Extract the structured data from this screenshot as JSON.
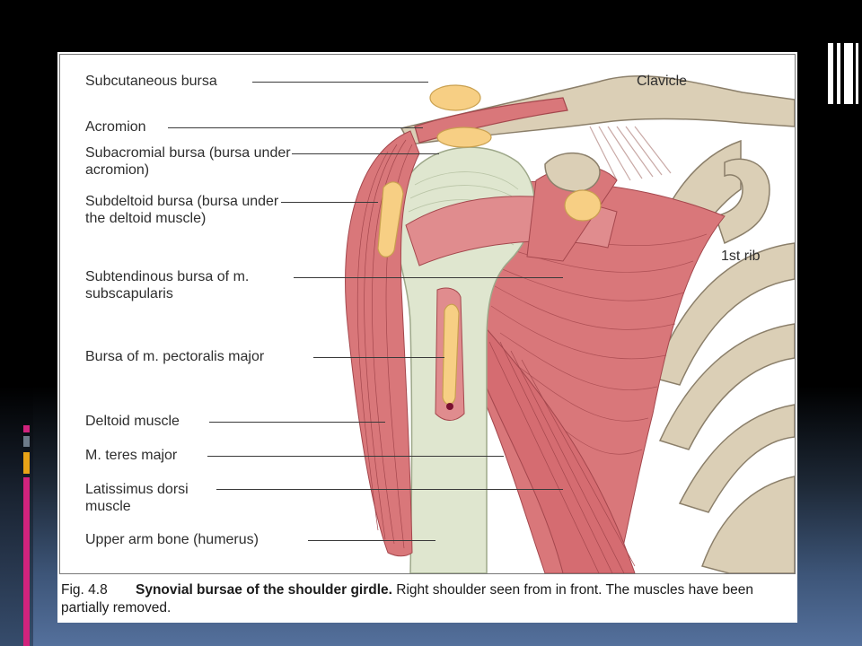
{
  "figure": {
    "labels": {
      "subcutaneous_bursa": "Subcutaneous bursa",
      "clavicle": "Clavicle",
      "acromion": "Acromion",
      "subacromial_bursa": "Subacromial bursa (bursa under acromion)",
      "subdeltoid_bursa": "Subdeltoid bursa (bursa under the deltoid muscle)",
      "first_rib": "1st rib",
      "subtendinous_bursa": "Subtendinous bursa of m. subscapularis",
      "bursa_pectoralis": "Bursa of m. pectoralis major",
      "deltoid_muscle": "Deltoid muscle",
      "teres_major": "M. teres major",
      "latissimus_dorsi": "Latissimus dorsi muscle",
      "humerus": "Upper arm bone (humerus)"
    },
    "caption": {
      "number": "Fig. 4.8",
      "title": "Synovial bursae of the shoulder girdle.",
      "text": " Right shoulder seen from in front. The muscles have been partially removed."
    }
  },
  "colors": {
    "muscle": "#d9777a",
    "muscle_light": "#eab0ac",
    "bone": "#dbcfb6",
    "humerus": "#dfe6cf",
    "bursa": "#f7cf84",
    "background": "#ffffff"
  }
}
